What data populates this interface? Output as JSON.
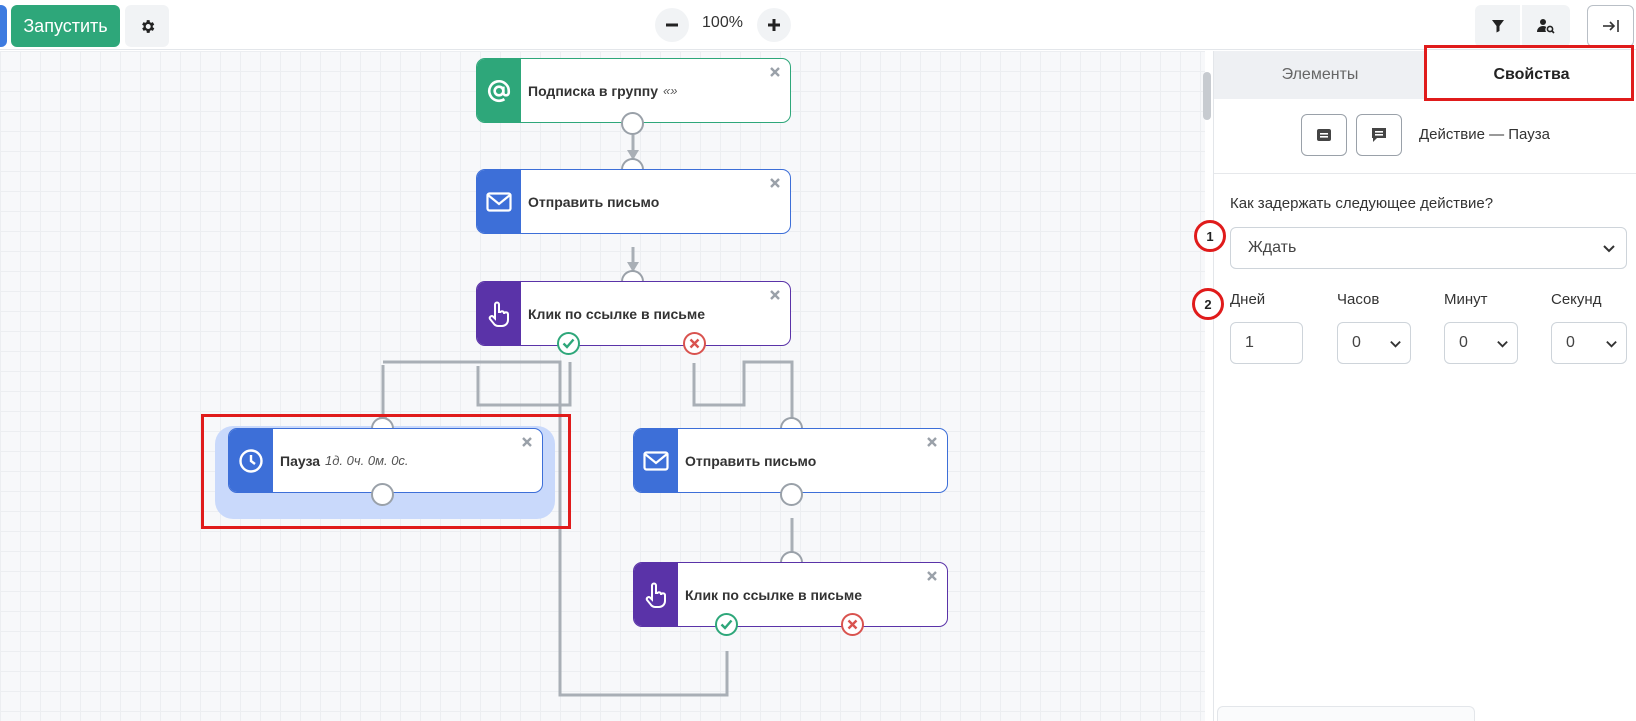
{
  "toolbar": {
    "run_label": "Запустить",
    "zoom_value": "100%",
    "icons": {
      "settings": "gear-icon",
      "zoom_out": "minus-icon",
      "zoom_in": "plus-icon",
      "filter": "filter-icon",
      "user_search": "user-search-icon",
      "collapse": "collapse-right-icon"
    }
  },
  "nodes": [
    {
      "id": "subscribe",
      "label": "Подписка в группу",
      "sub": "«»",
      "kind": "green",
      "icon": "at-icon"
    },
    {
      "id": "send1",
      "label": "Отправить письмо",
      "sub": "",
      "kind": "blue",
      "icon": "envelope-icon"
    },
    {
      "id": "click1",
      "label": "Клик по ссылке в письме",
      "sub": "",
      "kind": "purple",
      "icon": "hand-pointer-icon"
    },
    {
      "id": "pause",
      "label": "Пауза",
      "sub": "1д. 0ч. 0м. 0с.",
      "kind": "blue",
      "icon": "clock-icon"
    },
    {
      "id": "send2",
      "label": "Отправить письмо",
      "sub": "",
      "kind": "blue",
      "icon": "envelope-icon"
    },
    {
      "id": "click2",
      "label": "Клик по ссылке в письме",
      "sub": "",
      "kind": "purple",
      "icon": "hand-pointer-icon"
    }
  ],
  "panel": {
    "tabs": {
      "elements": "Элементы",
      "properties": "Свойства",
      "active": "properties"
    },
    "title": "Действие — Пауза",
    "question": "Как задержать следующее действие?",
    "delay_mode": "Ждать",
    "fields": {
      "days_label": "Дней",
      "days_value": "1",
      "hours_label": "Часов",
      "hours_value": "0",
      "minutes_label": "Минут",
      "minutes_value": "0",
      "seconds_label": "Секунд",
      "seconds_value": "0"
    },
    "badges": [
      "1",
      "2"
    ]
  },
  "colors": {
    "run": "#2ea77a",
    "email": "#3d6fd8",
    "click": "#5a33a8",
    "subscribe": "#2ea77a",
    "highlight": "#e01b1b",
    "pause_selected": "#c9d9fb"
  }
}
